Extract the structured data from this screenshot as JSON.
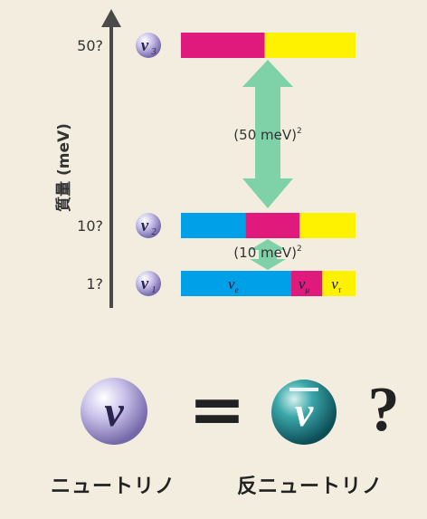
{
  "axis": {
    "label": "質量 (meV)"
  },
  "levels": [
    {
      "id": "nu3",
      "tick": "50?",
      "symbol": "ν",
      "subscript": "3",
      "segments": [
        {
          "color": "#e0197d",
          "frac": 0.48,
          "text": ""
        },
        {
          "color": "#fff200",
          "frac": 0.52,
          "text": ""
        }
      ]
    },
    {
      "id": "nu2",
      "tick": "10?",
      "symbol": "ν",
      "subscript": "2",
      "segments": [
        {
          "color": "#00a0e9",
          "frac": 0.37,
          "text": ""
        },
        {
          "color": "#e0197d",
          "frac": 0.31,
          "text": ""
        },
        {
          "color": "#fff200",
          "frac": 0.32,
          "text": ""
        }
      ]
    },
    {
      "id": "nu1",
      "tick": "1?",
      "symbol": "ν",
      "subscript": "1",
      "segments": [
        {
          "color": "#00a0e9",
          "frac": 0.63,
          "text": "ν",
          "sub": "e"
        },
        {
          "color": "#e0197d",
          "frac": 0.18,
          "text": "ν",
          "sub": "μ"
        },
        {
          "color": "#fff200",
          "frac": 0.19,
          "text": "ν",
          "sub": "τ"
        }
      ]
    }
  ],
  "splittings": [
    {
      "label": "(50 meV)",
      "sup": "2"
    },
    {
      "label": "(10 meV)",
      "sup": "2"
    }
  ],
  "equation": {
    "lhs": "ν",
    "equals": "=",
    "rhs": "ν",
    "question": "?"
  },
  "captions": {
    "neutrino": "ニュートリノ",
    "antineutrino": "反ニュートリノ"
  },
  "colors": {
    "electron": "#00a0e9",
    "muon": "#e0197d",
    "tau": "#fff200",
    "arrow": "#7fd1a8",
    "ball_light": "#b7aedc",
    "ball_teal": "#3a9ea3"
  }
}
